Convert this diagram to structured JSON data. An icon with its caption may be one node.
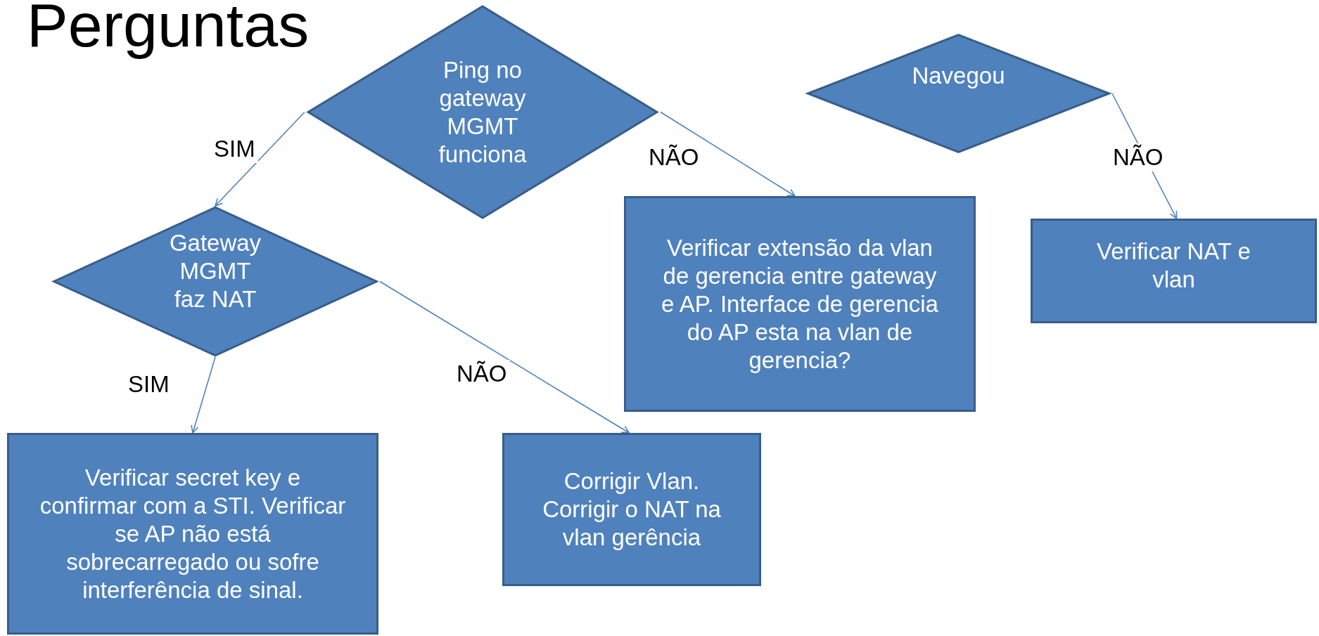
{
  "diagram": {
    "title": "Perguntas",
    "nodes": [
      {
        "text": [
          "Ping no gateway MGMT funciona"
        ]
      },
      {
        "text": [
          "Gateway MGMT faz NAT"
        ]
      },
      {
        "text": [
          "Navegou"
        ]
      },
      {
        "text": [
          "Verificar extensão da vlan de gerencia entre gateway e AP. Interface de gerencia do AP esta na vlan de gerencia?"
        ]
      },
      {
        "text": [
          "Verificar NAT e vlan"
        ]
      },
      {
        "text": [
          "Verificar secret key e confirmar com a STI. Verificar se AP não está sobrecarregado ou sofre interferência de sinal."
        ]
      },
      {
        "text": [
          "Corrigir Vlan. Corrigir o NAT na vlan gerência"
        ]
      }
    ],
    "edges": [
      {
        "from": 0,
        "to": 1,
        "arrow": "to",
        "label": "SIM"
      },
      {
        "from": 0,
        "to": 3,
        "arrow": "to",
        "label": "NÃO"
      },
      {
        "from": 2,
        "to": 4,
        "arrow": "to",
        "label": "NÃO"
      },
      {
        "from": 1,
        "to": 5,
        "arrow": "to",
        "label": "SIM"
      },
      {
        "from": 1,
        "to": 6,
        "arrow": "to",
        "label": "NÃO"
      }
    ]
  }
}
